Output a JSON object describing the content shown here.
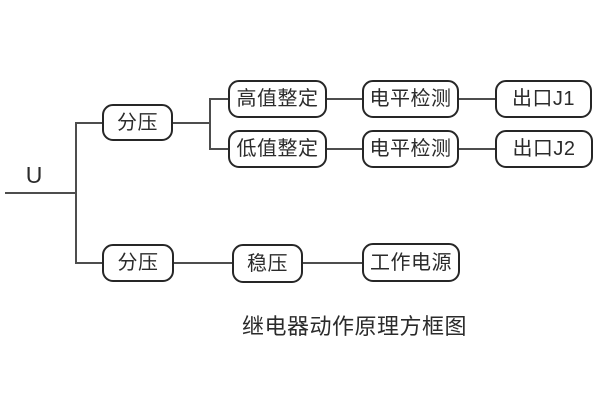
{
  "diagram": {
    "caption": "继电器动作原理方框图",
    "input_label": "U",
    "nodes": {
      "divider_top": "分压",
      "high_setting": "高值整定",
      "low_setting": "低值整定",
      "level_detect_1": "电平检测",
      "level_detect_2": "电平检测",
      "output_j1": "出口J1",
      "output_j2": "出口J2",
      "divider_bottom": "分压",
      "regulator": "稳压",
      "working_power": "工作电源"
    },
    "colors": {
      "background": "#ffffff",
      "box_border": "#262626",
      "line": "#4d4d4d",
      "text": "#2b2b2b"
    }
  }
}
